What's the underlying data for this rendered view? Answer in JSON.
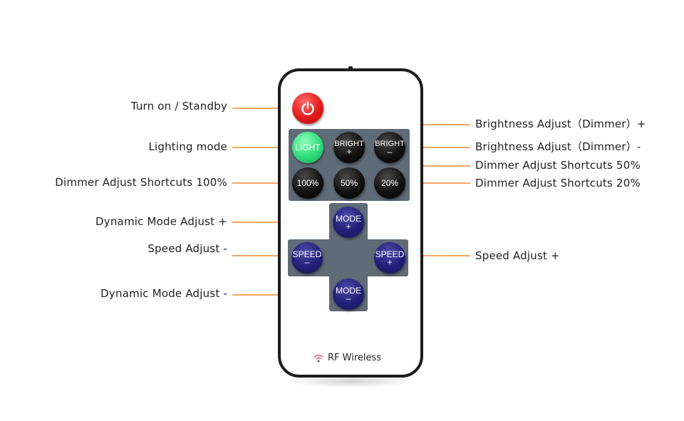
{
  "labels": {
    "turn_on_standby": "Turn on / Standby",
    "lighting_mode": "Lighting mode",
    "dimmer_100": "Dimmer Adjust Shortcuts 100%",
    "dynamic_mode_plus": "Dynamic Mode Adjust +",
    "speed_minus": "Speed Adjust -",
    "dynamic_mode_minus": "Dynamic Mode Adjust -",
    "brightness_plus": "Brightness Adjust（Dimmer）+",
    "brightness_minus": "Brightness Adjust（Dimmer）-",
    "dimmer_50": "Dimmer Adjust Shortcuts 50%",
    "dimmer_20": "Dimmer Adjust Shortcuts 20%",
    "speed_plus": "Speed Adjust +"
  },
  "buttons": {
    "light": "LIGHT",
    "bright_plus_top": "BRIGHT",
    "bright_plus_sub": "+",
    "bright_minus_top": "BRIGHT",
    "bright_minus_sub": "–",
    "p100": "100%",
    "p50": "50%",
    "p20": "20%",
    "mode_plus_top": "MODE",
    "mode_plus_sub": "+",
    "mode_minus_top": "MODE",
    "mode_minus_sub": "–",
    "speed_minus_top": "SPEED",
    "speed_minus_sub": "–",
    "speed_plus_top": "SPEED",
    "speed_plus_sub": "+"
  },
  "brand": {
    "text": "RF Wireless",
    "icon": "wifi-icon"
  },
  "colors": {
    "leader_line": "#f28a2e",
    "power_button": "#e41b1b",
    "light_button": "#2fdb7a",
    "panel": "#5f6b77",
    "mode_speed_buttons": "#222078"
  }
}
